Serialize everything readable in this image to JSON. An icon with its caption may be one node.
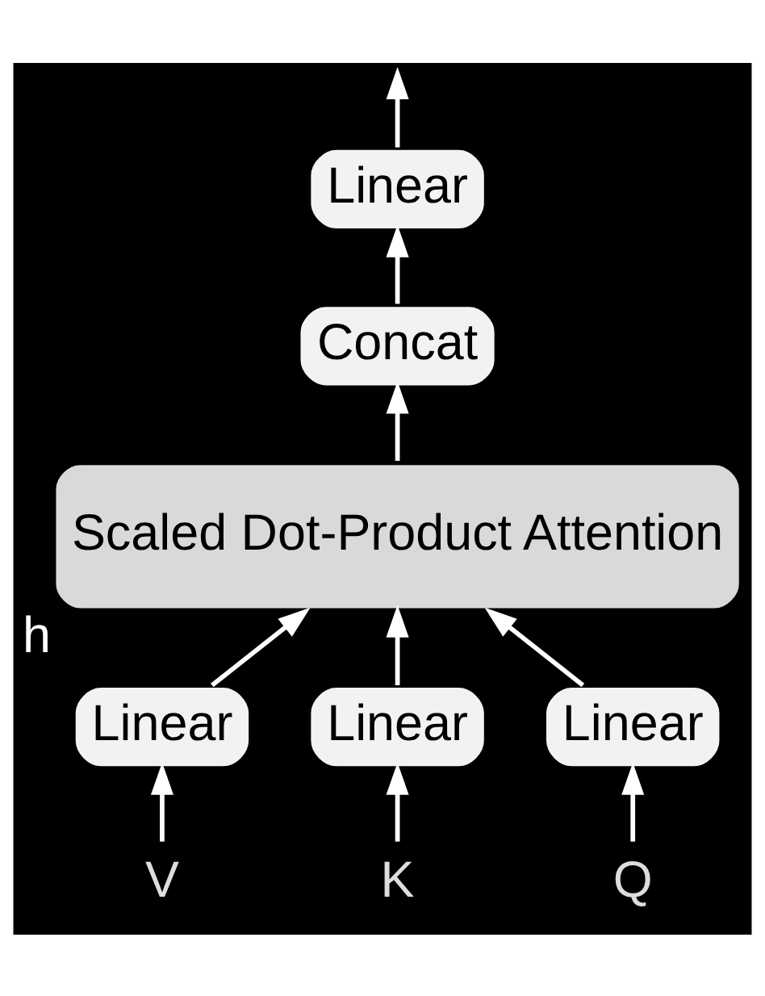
{
  "diagram": {
    "nodes": [
      {
        "text": [
          "Linear"
        ]
      },
      {
        "text": [
          "Concat"
        ]
      },
      {
        "text": [
          "Scaled Dot-Product Attention"
        ],
        "beside": [
          "h"
        ]
      },
      {
        "text": [
          "Linear"
        ]
      },
      {
        "text": [
          "Linear"
        ]
      },
      {
        "text": [
          "Linear"
        ]
      },
      {
        "text": [
          "V"
        ]
      },
      {
        "text": [
          "K"
        ]
      },
      {
        "text": [
          "Q"
        ]
      }
    ],
    "edges": [
      {
        "from": 6,
        "to": 3,
        "arrow": "to"
      },
      {
        "from": 7,
        "to": 4,
        "arrow": "to"
      },
      {
        "from": 8,
        "to": 5,
        "arrow": "to"
      },
      {
        "from": 3,
        "to": 2,
        "arrow": "to"
      },
      {
        "from": 4,
        "to": 2,
        "arrow": "to"
      },
      {
        "from": 5,
        "to": 2,
        "arrow": "to"
      },
      {
        "from": 2,
        "to": 1,
        "arrow": "to"
      },
      {
        "from": 1,
        "to": 0,
        "arrow": "to"
      },
      {
        "from": 0,
        "to": null,
        "arrow": "to"
      }
    ]
  }
}
